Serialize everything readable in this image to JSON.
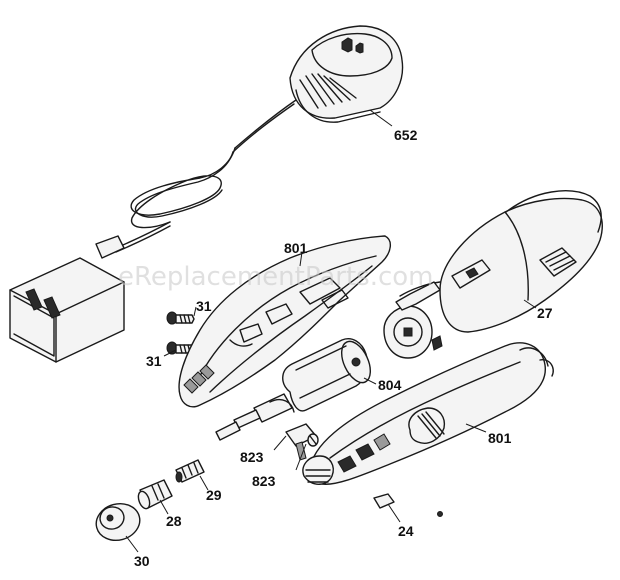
{
  "watermark": "eReplacementParts.com",
  "parts": {
    "charger_base": "652",
    "housing_half_top": "801",
    "screw_a": "31",
    "screw_b": "31",
    "battery_pack": "27",
    "motor": "804",
    "housing_half_bottom": "801",
    "shaft_a": "823",
    "shaft_b": "823",
    "collet": "29",
    "collet_nut": "28",
    "cap": "30",
    "switch": "24"
  }
}
